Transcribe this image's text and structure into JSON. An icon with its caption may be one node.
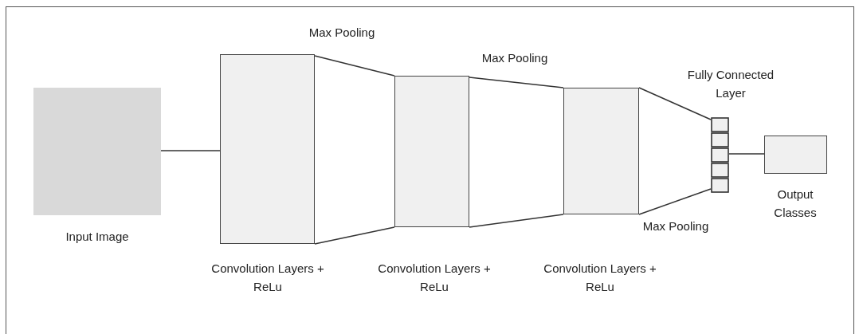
{
  "diagram": {
    "nodes": [
      {
        "text": [
          "Input Image"
        ]
      },
      {
        "text": [
          "Convolution Layers + ReLu"
        ]
      },
      {
        "text": [
          "Convolution Layers + ReLu"
        ]
      },
      {
        "text": [
          "Convolution Layers + ReLu"
        ]
      },
      {
        "text": [
          "Fully Connected Layer"
        ]
      },
      {
        "text": [
          "Output Classes"
        ]
      }
    ],
    "edges": [
      {
        "from": 0,
        "to": 1,
        "arrow": "none"
      },
      {
        "from": 1,
        "to": 2,
        "arrow": "none"
      },
      {
        "from": 1,
        "to": 2,
        "arrow": "none"
      },
      {
        "from": 2,
        "to": 3,
        "arrow": "none"
      },
      {
        "from": 2,
        "to": 3,
        "arrow": "none"
      },
      {
        "from": 3,
        "to": 4,
        "arrow": "none"
      },
      {
        "from": 3,
        "to": 4,
        "arrow": "none"
      },
      {
        "from": 4,
        "to": 5,
        "arrow": "none"
      }
    ],
    "labels": [
      "Max Pooling",
      "Max Pooling",
      "Max Pooling"
    ]
  }
}
